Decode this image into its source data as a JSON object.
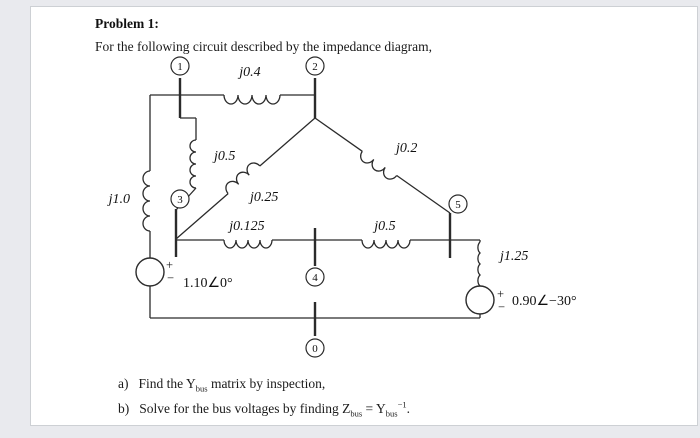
{
  "document": {
    "title": "Problem 1:",
    "intro": "For the following circuit described by the impedance diagram,",
    "questions": {
      "a": {
        "label": "a)",
        "p1": "Find the Y",
        "sub1": "bus",
        "p2": " matrix by inspection,"
      },
      "b": {
        "label": "b)",
        "p1": "Solve for the bus voltages by finding Z",
        "sub1": "bus",
        "p2": " = Y",
        "sub2": "bus",
        "sup1": "−1",
        "p3": "."
      }
    }
  },
  "diagram": {
    "buses": {
      "b1": "1",
      "b2": "2",
      "b3": "3",
      "b4": "4",
      "b5": "5",
      "b0": "0"
    },
    "impedances": {
      "z12": "j0.4",
      "z13": "j0.5",
      "z23": "j0.25",
      "z25": "j0.2",
      "z34": "j0.125",
      "z45": "j0.5",
      "zg1": "j1.0",
      "zg5": "j1.25"
    },
    "sources": {
      "left": {
        "value": "1.10∠0°",
        "plus": "+",
        "minus": "−"
      },
      "right": {
        "value": "0.90∠−30°",
        "plus": "+",
        "minus": "−"
      }
    }
  }
}
